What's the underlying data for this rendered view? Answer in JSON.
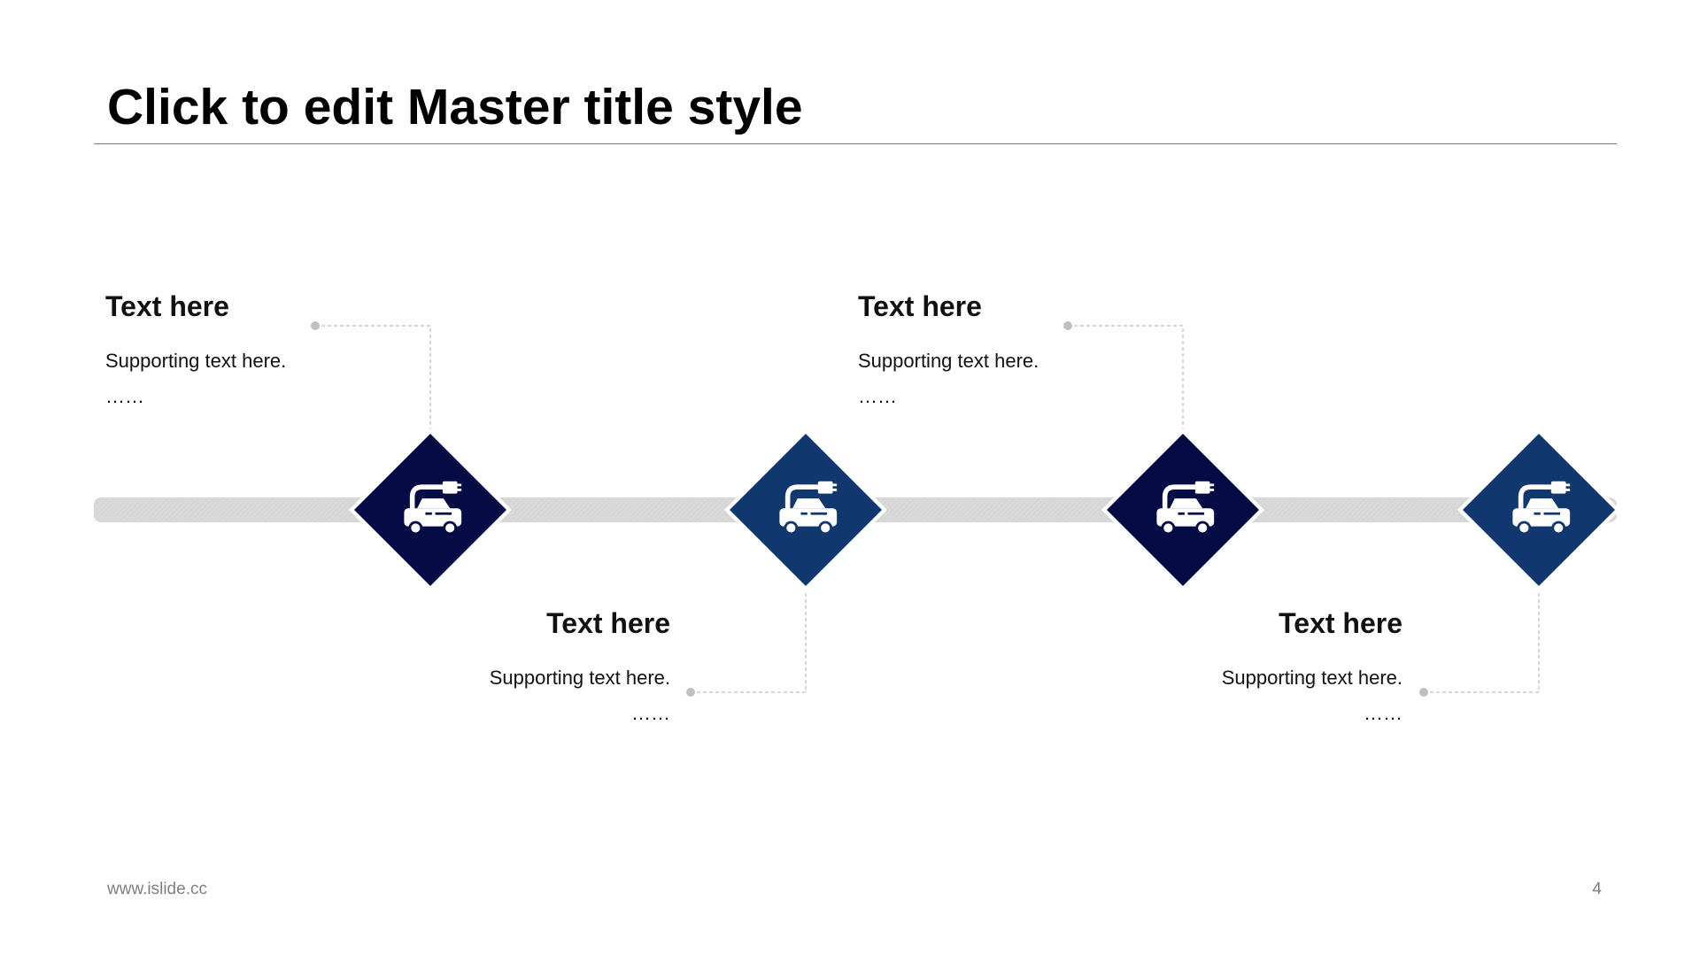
{
  "slide": {
    "title": "Click to edit Master title style",
    "footer_url": "www.islide.cc",
    "page_number": "4"
  },
  "colors": {
    "dark_navy": "#050c45",
    "mid_navy": "#10386f",
    "track": "#d9d9d9",
    "connector": "#c8c8c8",
    "rule": "#7f7f7f"
  },
  "milestones": [
    {
      "icon": "car-charging-icon",
      "title": "Text here",
      "text": "Supporting text here.",
      "dots": "……"
    },
    {
      "icon": "car-charging-icon",
      "title": "Text here",
      "text": "Supporting text here.",
      "dots": "……"
    },
    {
      "icon": "car-charging-icon",
      "title": "Text here",
      "text": "Supporting text here.",
      "dots": "……"
    },
    {
      "icon": "car-charging-icon",
      "title": "Text here",
      "text": "Supporting text here.",
      "dots": "……"
    }
  ]
}
